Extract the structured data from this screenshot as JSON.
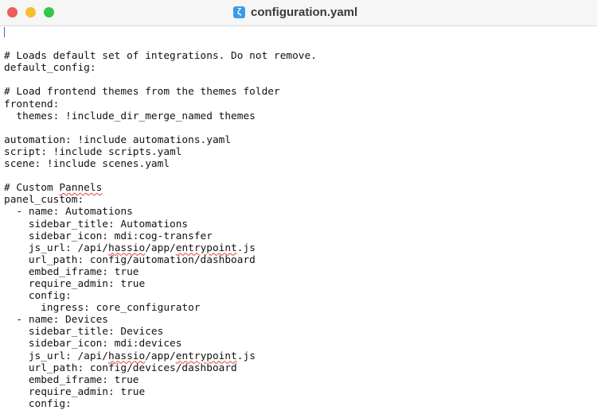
{
  "window": {
    "title": "configuration.yaml",
    "app_icon": "text-editor-icon"
  },
  "editor": {
    "lines": [
      [
        {
          "t": "# Loads default set of integrations. Do not remove."
        }
      ],
      [
        {
          "t": "default_config:"
        }
      ],
      [
        {
          "t": ""
        }
      ],
      [
        {
          "t": "# Load frontend themes from the themes folder"
        }
      ],
      [
        {
          "t": "frontend:"
        }
      ],
      [
        {
          "t": "  themes: !include_dir_merge_named themes"
        }
      ],
      [
        {
          "t": ""
        }
      ],
      [
        {
          "t": "automation: !include automations.yaml"
        }
      ],
      [
        {
          "t": "script: !include scripts.yaml"
        }
      ],
      [
        {
          "t": "scene: !include scenes.yaml"
        }
      ],
      [
        {
          "t": ""
        }
      ],
      [
        {
          "t": "# Custom "
        },
        {
          "t": "Pannels",
          "err": true
        }
      ],
      [
        {
          "t": "panel_custom:"
        }
      ],
      [
        {
          "t": "  - name: Automations"
        }
      ],
      [
        {
          "t": "    sidebar_title: Automations"
        }
      ],
      [
        {
          "t": "    sidebar_icon: mdi:cog-transfer"
        }
      ],
      [
        {
          "t": "    js_url: /api/"
        },
        {
          "t": "hassio",
          "err": true
        },
        {
          "t": "/app/"
        },
        {
          "t": "entrypoint",
          "err": true
        },
        {
          "t": ".js"
        }
      ],
      [
        {
          "t": "    url_path: config/automation/dashboard"
        }
      ],
      [
        {
          "t": "    embed_iframe: true"
        }
      ],
      [
        {
          "t": "    require_admin: true"
        }
      ],
      [
        {
          "t": "    config:"
        }
      ],
      [
        {
          "t": "      ingress: core_configurator"
        }
      ],
      [
        {
          "t": "  - name: Devices"
        }
      ],
      [
        {
          "t": "    sidebar_title: Devices"
        }
      ],
      [
        {
          "t": "    sidebar_icon: mdi:devices"
        }
      ],
      [
        {
          "t": "    js_url: /api/"
        },
        {
          "t": "hassio",
          "err": true
        },
        {
          "t": "/app/"
        },
        {
          "t": "entrypoint",
          "err": true
        },
        {
          "t": ".js"
        }
      ],
      [
        {
          "t": "    url_path: config/devices/dashboard"
        }
      ],
      [
        {
          "t": "    embed_iframe: true"
        }
      ],
      [
        {
          "t": "    require_admin: true"
        }
      ],
      [
        {
          "t": "    config:"
        }
      ]
    ]
  }
}
